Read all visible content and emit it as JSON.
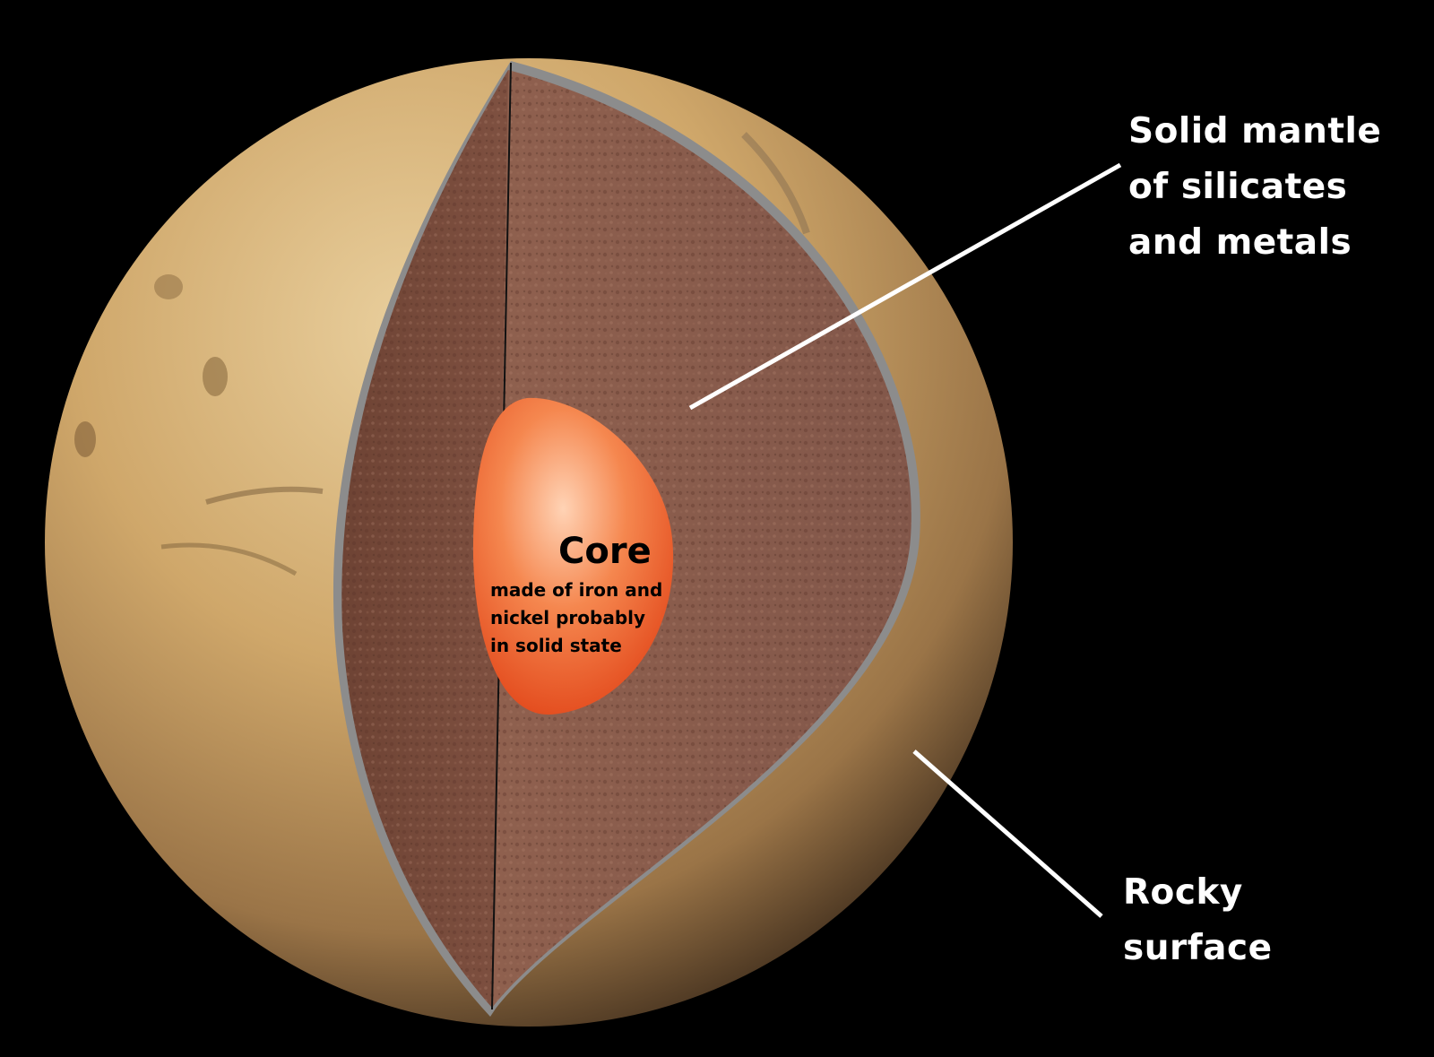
{
  "labels": {
    "mantle": "Solid mantle\nof silicates\nand metals",
    "surface": "Rocky\nsurface",
    "core_title": "Core",
    "core_description": "made of iron and\nnickel probably\nin solid state"
  },
  "colors": {
    "background": "#000000",
    "planet_surface": "#c9a46a",
    "mantle": "#8a5a48",
    "core": "#f0642a",
    "rim": "#8a8a8a",
    "leader_line": "#ffffff"
  }
}
